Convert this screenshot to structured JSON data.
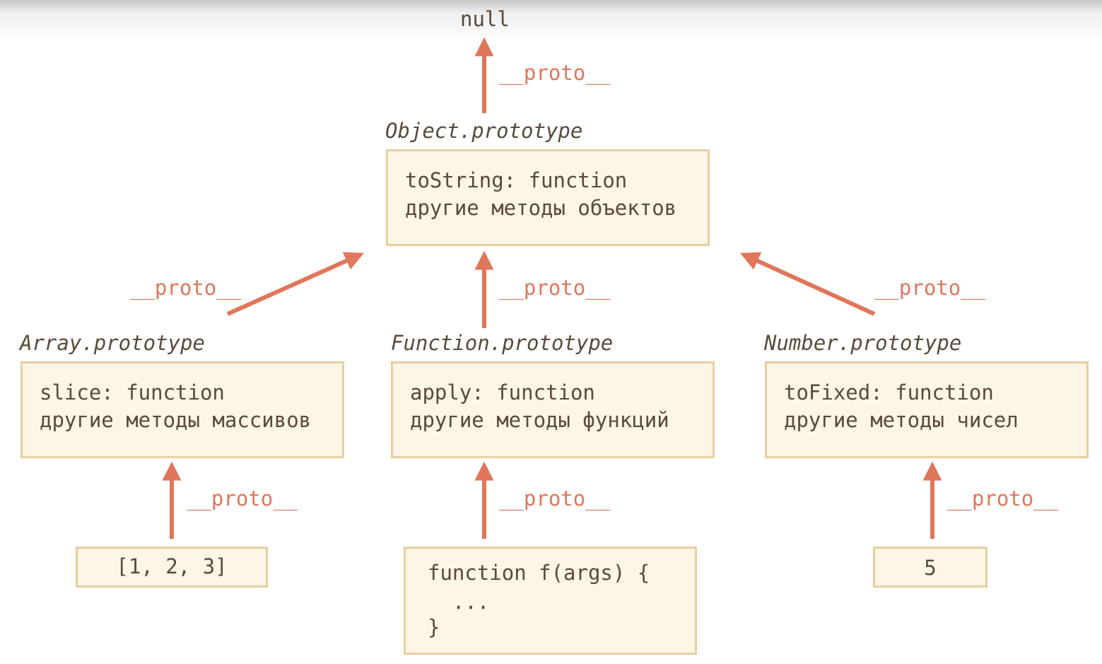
{
  "colors": {
    "arrow": "#e0765a",
    "box_fill": "#fdf5e6",
    "box_border": "#e8cfa0",
    "text": "#5a4a3a"
  },
  "null_label": "null",
  "proto_label": "__proto__",
  "object_proto": {
    "title": "Object.prototype",
    "lines": [
      "toString: function",
      "другие методы объектов"
    ]
  },
  "array_proto": {
    "title": "Array.prototype",
    "lines": [
      "slice: function",
      "другие методы массивов"
    ]
  },
  "function_proto": {
    "title": "Function.prototype",
    "lines": [
      "apply: function",
      "другие методы функций"
    ]
  },
  "number_proto": {
    "title": "Number.prototype",
    "lines": [
      "toFixed: function",
      "другие методы чисел"
    ]
  },
  "array_instance": {
    "text": "[1, 2, 3]"
  },
  "function_instance": {
    "lines": [
      "function f(args) {",
      "  ...",
      "}"
    ]
  },
  "number_instance": {
    "text": "5"
  }
}
